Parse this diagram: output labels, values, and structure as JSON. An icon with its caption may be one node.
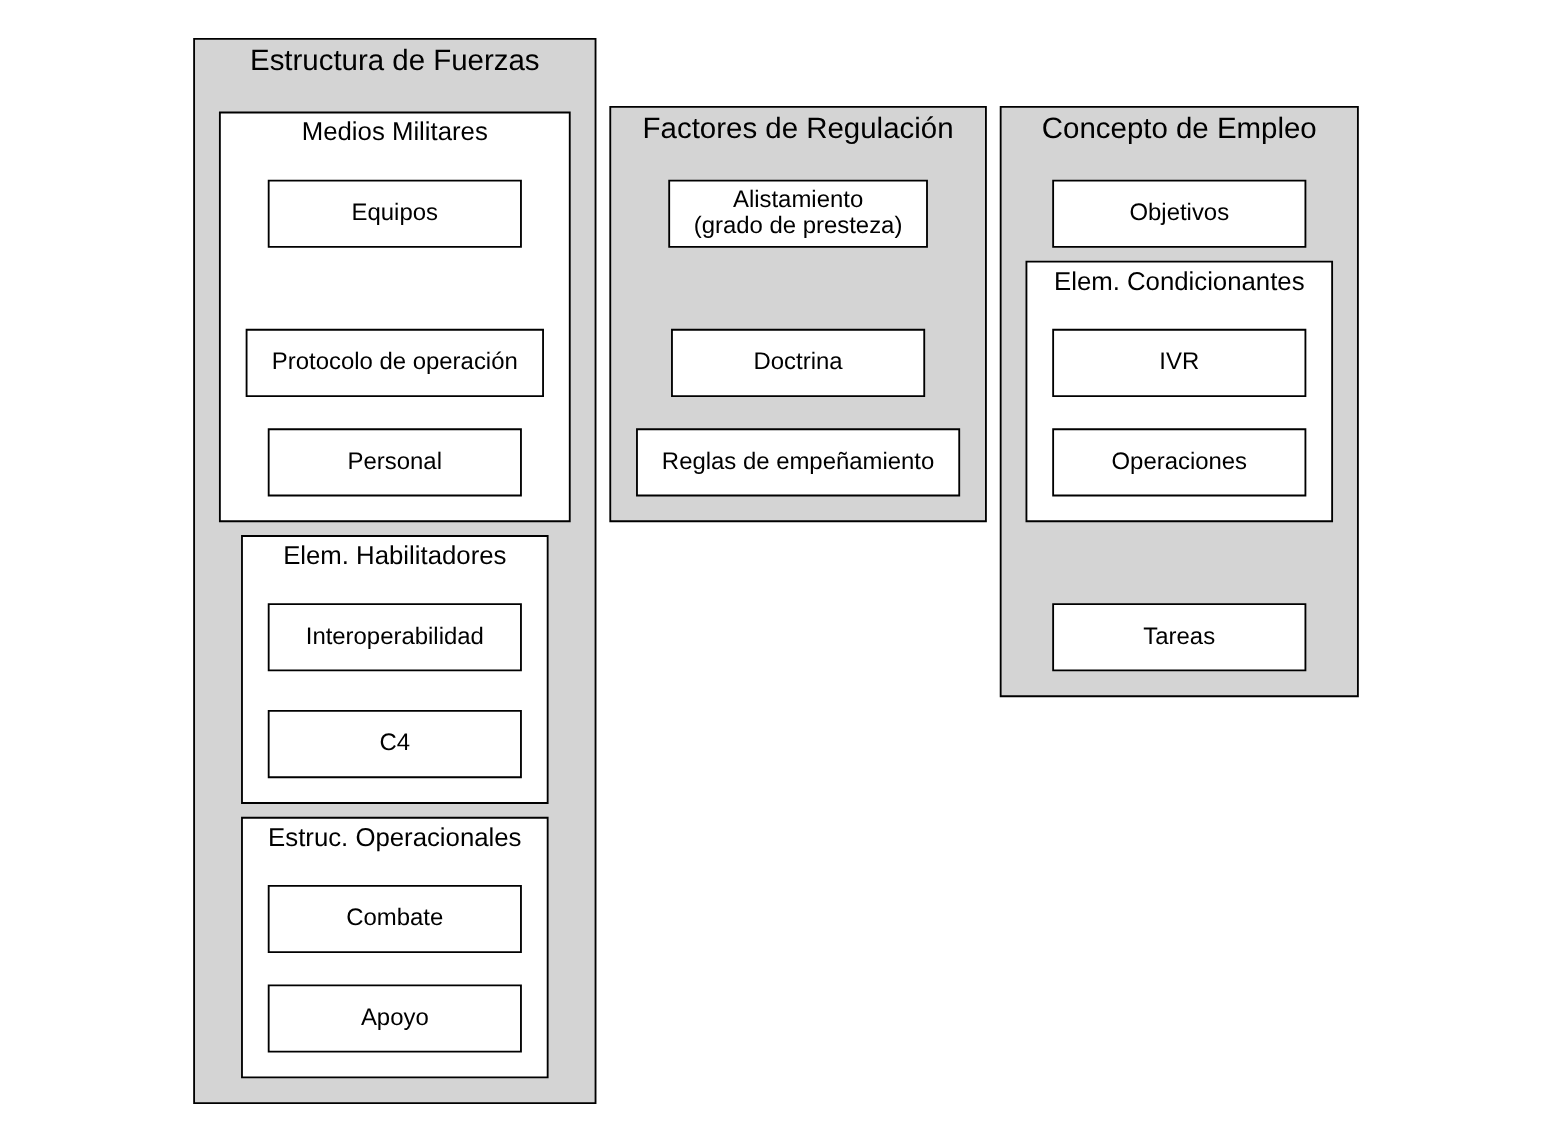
{
  "diagram": {
    "nodes": [
      {
        "text": [
          "Estructura de Fuerzas"
        ]
      },
      {
        "text": [
          "Medios Militares"
        ],
        "in": 0
      },
      {
        "text": [
          "Equipos"
        ],
        "in": 1
      },
      {
        "text": [
          "Protocolo de operación"
        ],
        "in": 1
      },
      {
        "text": [
          "Personal"
        ],
        "in": 1
      },
      {
        "text": [
          "Elem. Habilitadores"
        ],
        "in": 0
      },
      {
        "text": [
          "Interoperabilidad"
        ],
        "in": 5
      },
      {
        "text": [
          "C4"
        ],
        "in": 5
      },
      {
        "text": [
          "Estruc. Operacionales"
        ],
        "in": 0
      },
      {
        "text": [
          "Combate"
        ],
        "in": 8
      },
      {
        "text": [
          "Apoyo"
        ],
        "in": 8
      },
      {
        "text": [
          "Factores de Regulación"
        ]
      },
      {
        "text": [
          "Alistamiento",
          "(grado de presteza)"
        ],
        "in": 11
      },
      {
        "text": [
          "Doctrina"
        ],
        "in": 11
      },
      {
        "text": [
          "Reglas de empeñamiento"
        ],
        "in": 11
      },
      {
        "text": [
          "Concepto de Empleo"
        ]
      },
      {
        "text": [
          "Objetivos"
        ],
        "in": 15
      },
      {
        "text": [
          "Elem. Condicionantes"
        ],
        "in": 15
      },
      {
        "text": [
          "IVR"
        ],
        "in": 17
      },
      {
        "text": [
          "Operaciones"
        ],
        "in": 17
      },
      {
        "text": [
          "Tareas"
        ],
        "in": 15
      }
    ]
  }
}
